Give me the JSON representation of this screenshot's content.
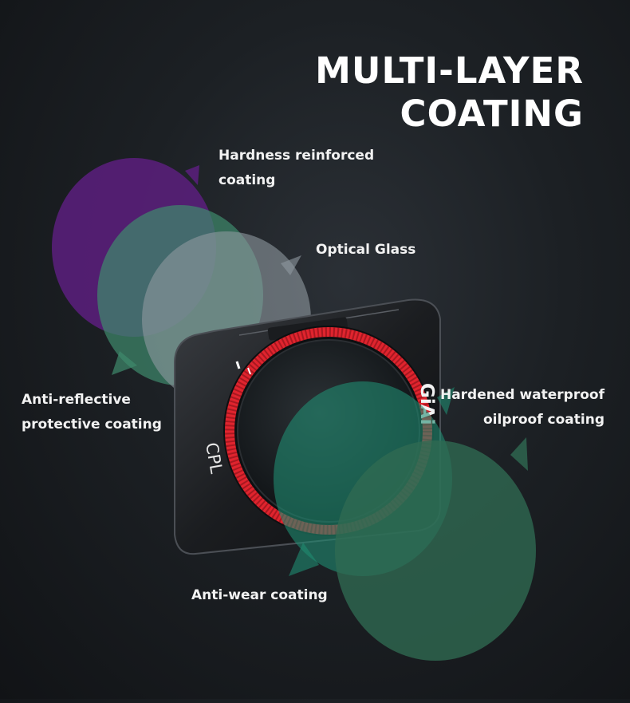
{
  "heading": {
    "line1": "MULTI-LAYER",
    "line2": "COATING"
  },
  "coatings": [
    {
      "lines": [
        "Hardness reinforced",
        "coating"
      ],
      "color": "#5c1f7e"
    },
    {
      "lines": [
        "Optical Glass"
      ],
      "color": "#8f9aa0"
    },
    {
      "lines": [
        "Anti-reflective",
        "protective coating"
      ],
      "color": "#3f8a6c"
    },
    {
      "lines": [
        "Hardened waterproof",
        "oilproof coating"
      ],
      "color": "#1f8c72"
    },
    {
      "lines": [
        "Anti-wear coating"
      ],
      "color": "#2f6a52"
    }
  ],
  "filter": {
    "type_label": "CPL",
    "brand": "GiAi",
    "ring_color": "#e0242e"
  }
}
